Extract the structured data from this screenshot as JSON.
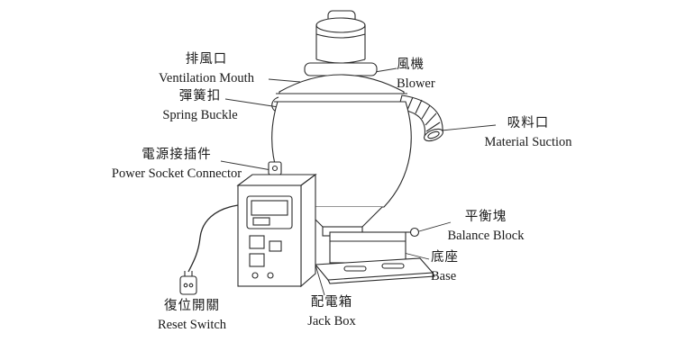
{
  "colors": {
    "ink": "#1a1a1a",
    "background": "#ffffff"
  },
  "labels": {
    "ventilation_mouth": {
      "zh": "排風口",
      "en": "Ventilation Mouth"
    },
    "blower": {
      "zh": "風機",
      "en": "Blower"
    },
    "spring_buckle": {
      "zh": "彈簧扣",
      "en": "Spring Buckle"
    },
    "material_suction": {
      "zh": "吸料口",
      "en": "Material Suction"
    },
    "power_socket_connector": {
      "zh": "電源接插件",
      "en": "Power Socket Connector"
    },
    "balance_block": {
      "zh": "平衡塊",
      "en": "Balance  Block"
    },
    "base": {
      "zh": "底座",
      "en": "Base"
    },
    "jack_box": {
      "zh": "配電箱",
      "en": "Jack Box"
    },
    "reset_switch": {
      "zh": "復位開關",
      "en": "Reset Switch"
    }
  }
}
